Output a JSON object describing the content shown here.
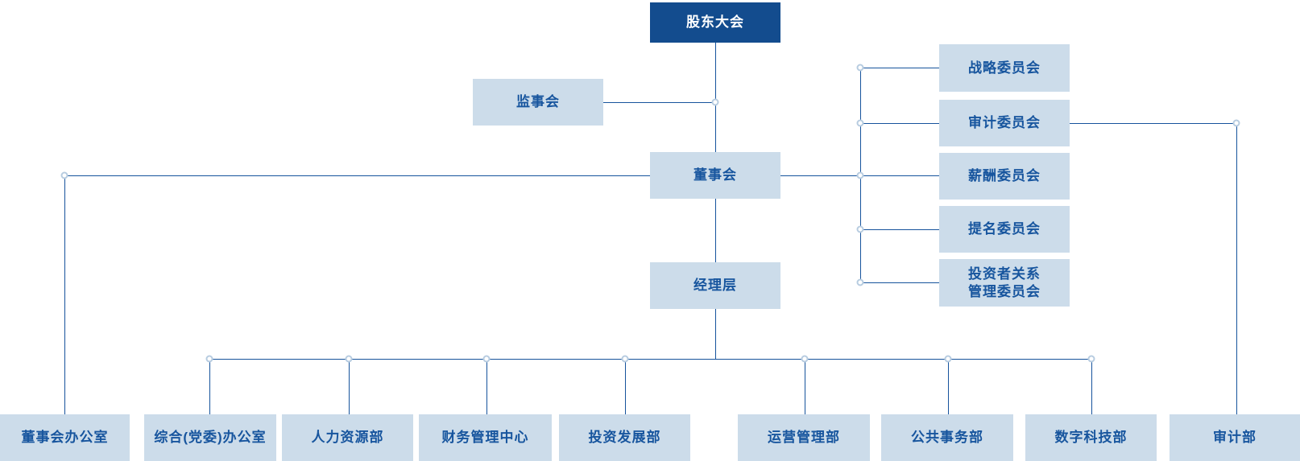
{
  "org_chart": {
    "nodes": {
      "shareholders_meeting": {
        "label": "股东大会"
      },
      "supervisory_board": {
        "label": "监事会"
      },
      "board_of_directors": {
        "label": "董事会"
      },
      "management_layer": {
        "label": "经理层"
      }
    },
    "board_committees": [
      {
        "label": "战略委员会"
      },
      {
        "label": "审计委员会"
      },
      {
        "label": "薪酬委员会"
      },
      {
        "label": "提名委员会"
      },
      {
        "label": "投资者关系\n管理委员会"
      }
    ],
    "departments": [
      {
        "label": "董事会办公室"
      },
      {
        "label": "综合(党委)办公室"
      },
      {
        "label": "人力资源部"
      },
      {
        "label": "财务管理中心"
      },
      {
        "label": "投资发展部"
      },
      {
        "label": "运营管理部"
      },
      {
        "label": "公共事务部"
      },
      {
        "label": "数字科技部"
      },
      {
        "label": "审计部"
      }
    ],
    "colors": {
      "primary_dark": "#134c8e",
      "node_fill": "#ccdcea",
      "node_text": "#17559e",
      "line": "#16539c",
      "dot_fill": "#ffffff",
      "dot_border": "#b7cce0"
    }
  }
}
